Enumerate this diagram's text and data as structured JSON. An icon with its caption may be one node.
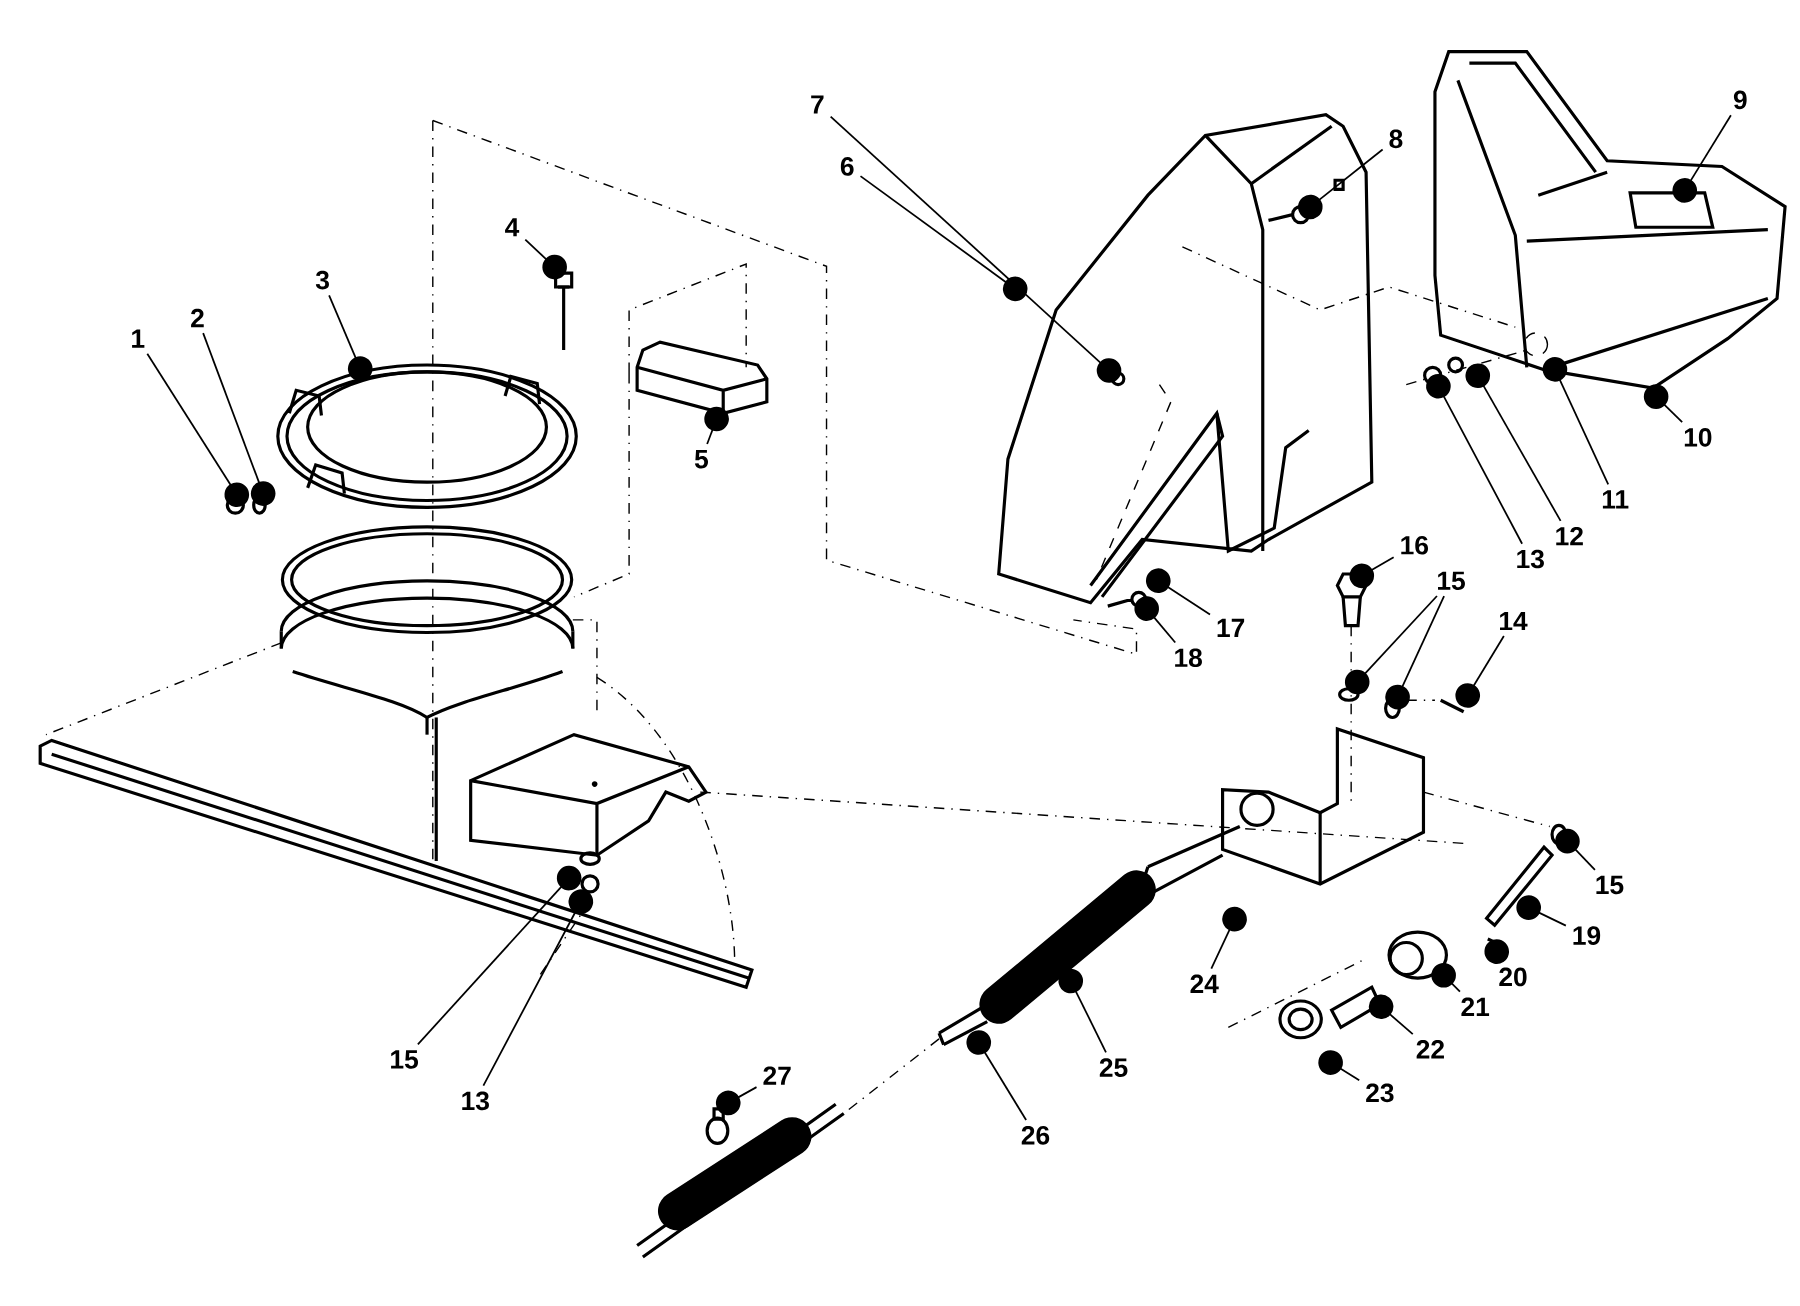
{
  "diagram": {
    "nodes": [
      {
        "text": [
          "1"
        ]
      },
      {
        "text": [
          "2"
        ]
      },
      {
        "text": [
          "3"
        ]
      },
      {
        "text": [
          "4"
        ]
      },
      {
        "text": [
          "5"
        ]
      },
      {
        "text": [
          "6"
        ]
      },
      {
        "text": [
          "7"
        ]
      },
      {
        "text": [
          "8"
        ]
      },
      {
        "text": [
          "9"
        ]
      },
      {
        "text": [
          "10"
        ]
      },
      {
        "text": [
          "11"
        ]
      },
      {
        "text": [
          "12"
        ]
      },
      {
        "text": [
          "13"
        ]
      },
      {
        "text": [
          "14"
        ]
      },
      {
        "text": [
          "15"
        ]
      },
      {
        "text": [
          "15"
        ]
      },
      {
        "text": [
          "15"
        ]
      },
      {
        "text": [
          "16"
        ]
      },
      {
        "text": [
          "17"
        ]
      },
      {
        "text": [
          "18"
        ]
      },
      {
        "text": [
          "19"
        ]
      },
      {
        "text": [
          "20"
        ]
      },
      {
        "text": [
          "21"
        ]
      },
      {
        "text": [
          "22"
        ]
      },
      {
        "text": [
          "23"
        ]
      },
      {
        "text": [
          "24"
        ]
      },
      {
        "text": [
          "25"
        ]
      },
      {
        "text": [
          "26"
        ]
      },
      {
        "text": [
          "27"
        ]
      },
      {
        "text": [
          "13"
        ]
      }
    ],
    "edges": [
      {
        "from": 0,
        "to": null,
        "arrow": "other"
      },
      {
        "from": 1,
        "to": null,
        "arrow": "other"
      },
      {
        "from": 2,
        "to": null,
        "arrow": "other"
      },
      {
        "from": 3,
        "to": null,
        "arrow": "other"
      },
      {
        "from": 4,
        "to": null,
        "arrow": "other"
      },
      {
        "from": 5,
        "to": null,
        "arrow": "other"
      },
      {
        "from": 6,
        "to": null,
        "arrow": "other"
      },
      {
        "from": 7,
        "to": null,
        "arrow": "other"
      },
      {
        "from": 8,
        "to": null,
        "arrow": "other"
      },
      {
        "from": 9,
        "to": null,
        "arrow": "other"
      },
      {
        "from": 10,
        "to": null,
        "arrow": "other"
      },
      {
        "from": 11,
        "to": null,
        "arrow": "other"
      },
      {
        "from": 12,
        "to": null,
        "arrow": "other"
      },
      {
        "from": 13,
        "to": null,
        "arrow": "other"
      },
      {
        "from": 14,
        "to": null,
        "arrow": "other"
      },
      {
        "from": 14,
        "to": null,
        "arrow": "other"
      },
      {
        "from": 15,
        "to": null,
        "arrow": "other"
      },
      {
        "from": 16,
        "to": null,
        "arrow": "other"
      },
      {
        "from": 17,
        "to": null,
        "arrow": "other"
      },
      {
        "from": 18,
        "to": null,
        "arrow": "other"
      },
      {
        "from": 19,
        "to": null,
        "arrow": "other"
      },
      {
        "from": 20,
        "to": null,
        "arrow": "other"
      },
      {
        "from": 21,
        "to": null,
        "arrow": "other"
      },
      {
        "from": 22,
        "to": null,
        "arrow": "other"
      },
      {
        "from": 23,
        "to": null,
        "arrow": "other"
      },
      {
        "from": 24,
        "to": null,
        "arrow": "other"
      },
      {
        "from": 25,
        "to": null,
        "arrow": "other"
      },
      {
        "from": 26,
        "to": null,
        "arrow": "other"
      },
      {
        "from": 27,
        "to": null,
        "arrow": "other"
      },
      {
        "from": 28,
        "to": null,
        "arrow": "other"
      },
      {
        "from": 29,
        "to": null,
        "arrow": "other"
      }
    ]
  }
}
